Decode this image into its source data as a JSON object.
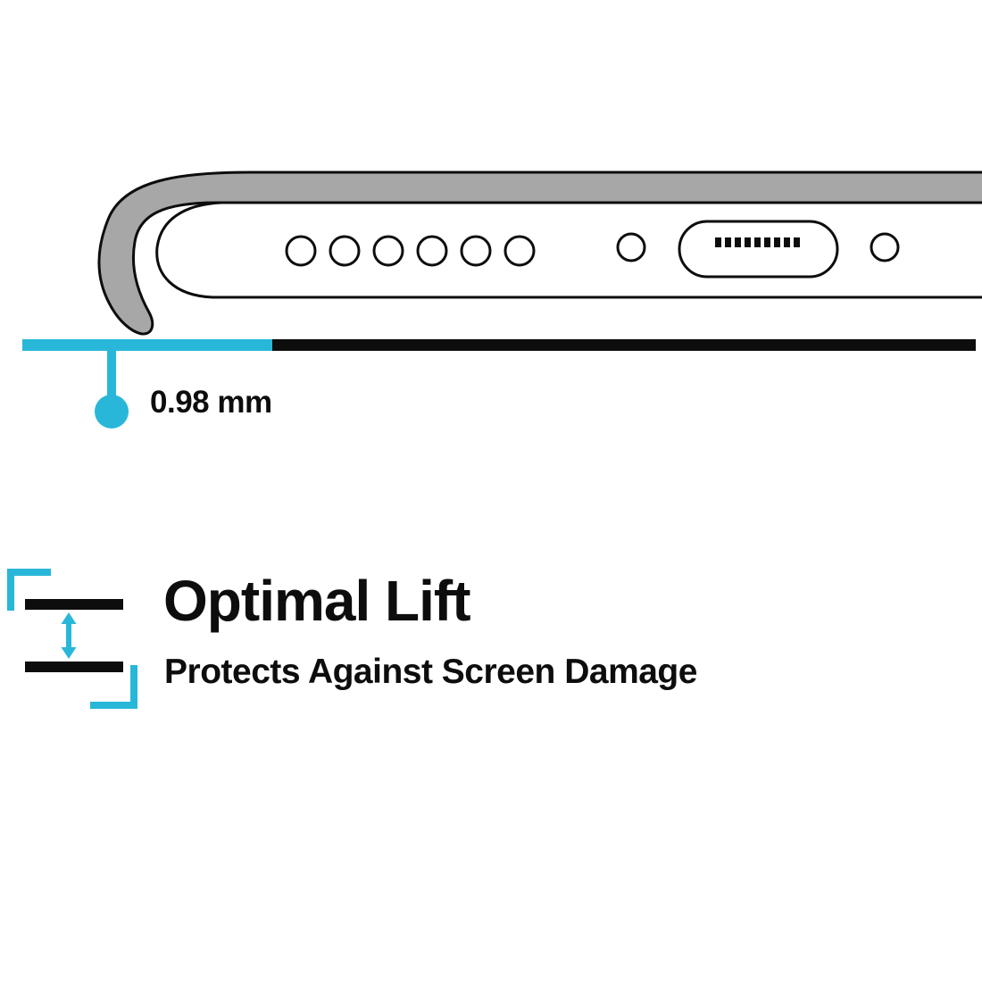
{
  "colors": {
    "accent": "#29b7d9",
    "ink": "#0d0d0d",
    "case_gray": "#a7a7a7",
    "background": "#ffffff"
  },
  "measurement": {
    "value": "0.98 mm"
  },
  "feature": {
    "title": "Optimal Lift",
    "subtitle": "Protects Against Screen Damage"
  },
  "icons": {
    "lift": "vertical-double-arrow-icon",
    "frame": "cyan-corner-brackets",
    "marker": "cyan-dot-callout"
  }
}
